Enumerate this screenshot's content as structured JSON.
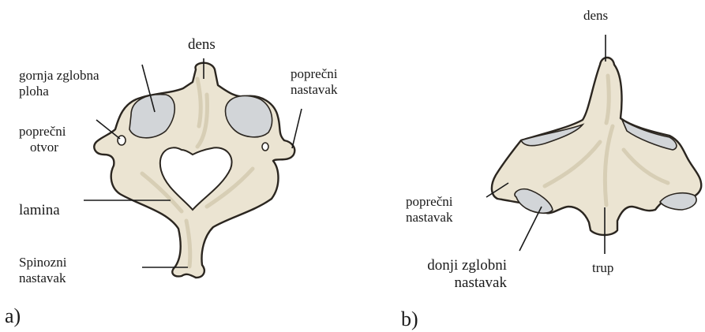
{
  "colors": {
    "bone": "#ebe4d2",
    "bone_shadow": "#cfc4a8",
    "bone_outline": "#2b2620",
    "articular_surface": "#d2d5d8",
    "leader_line": "#1a1a1a"
  },
  "panel_a": {
    "label": "a)",
    "annotations": {
      "dens": "dens",
      "superior_facet_line1": "gornja zglobna",
      "superior_facet_line2": "ploha",
      "transverse_process_line1": "poprečni",
      "transverse_process_line2": "nastavak",
      "transverse_foramen_line1": "poprečni",
      "transverse_foramen_line2": "otvor",
      "lamina": "lamina",
      "spinous_process_line1": "Spinozni",
      "spinous_process_line2": "nastavak"
    }
  },
  "panel_b": {
    "label": "b)",
    "annotations": {
      "dens": "dens",
      "transverse_process_line1": "poprečni",
      "transverse_process_line2": "nastavak",
      "inferior_facet_line1": "donji zglobni",
      "inferior_facet_line2": "nastavak",
      "body": "trup"
    }
  }
}
